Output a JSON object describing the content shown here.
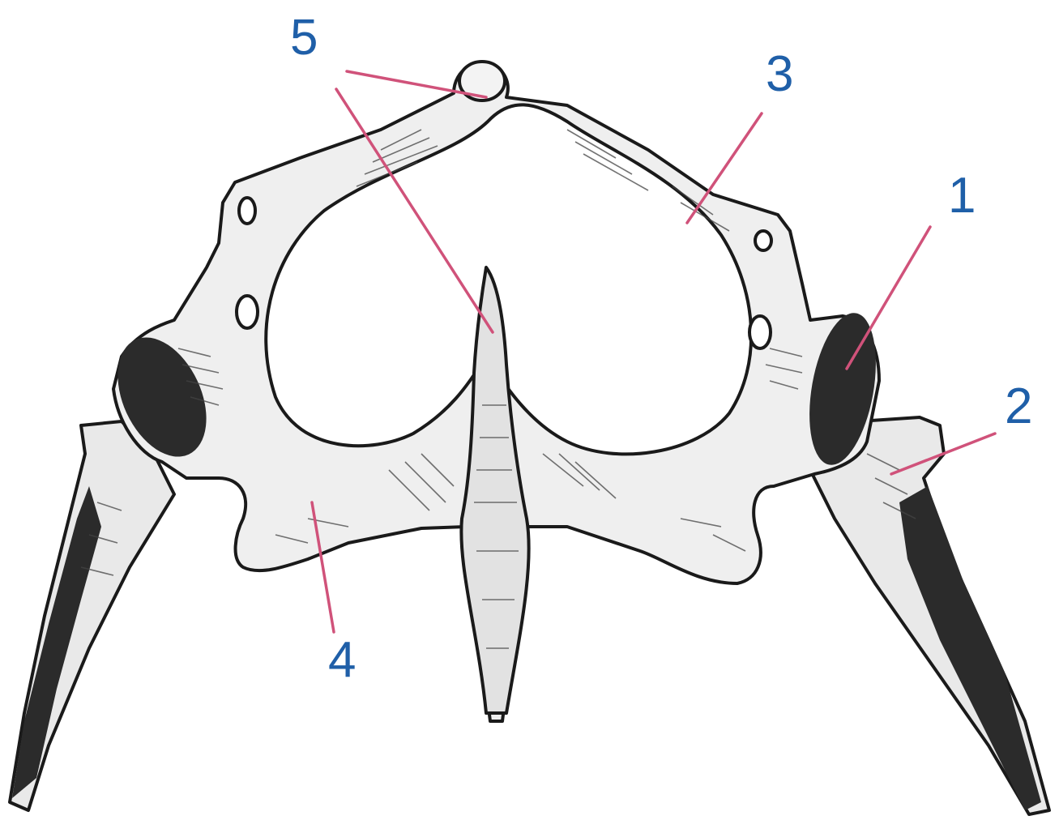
{
  "labels": {
    "l1": "1",
    "l2": "2",
    "l3": "3",
    "l4": "4",
    "l5": "5"
  },
  "colors": {
    "label_text": "#1f5fa8",
    "leader_line": "#d0527a",
    "bone_outline": "#1a1a1a"
  }
}
